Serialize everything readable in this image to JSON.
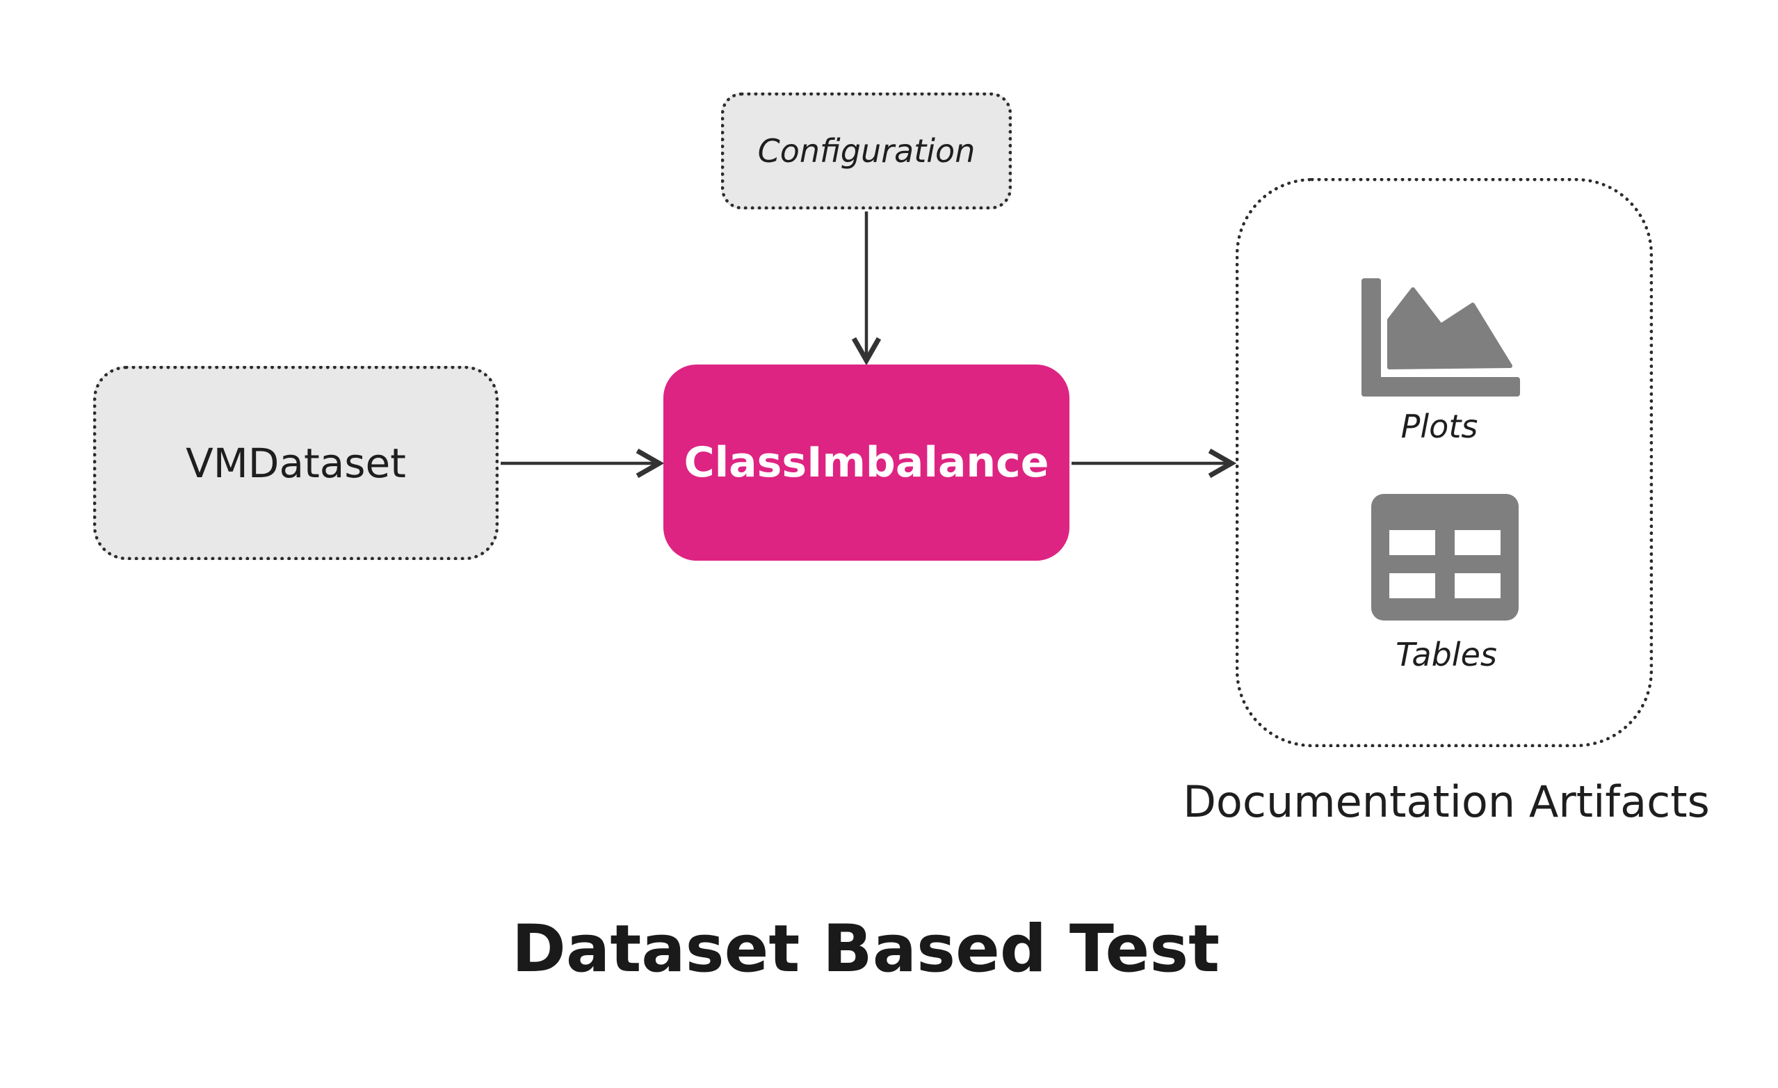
{
  "diagram": {
    "title": "Dataset Based Test",
    "nodes": {
      "input": {
        "label": "VMDataset"
      },
      "config": {
        "label": "Configuration"
      },
      "test": {
        "label": "ClassImbalance",
        "color": "#de2482"
      },
      "outputs": {
        "caption": "Documentation Artifacts",
        "items": [
          {
            "label": "Plots",
            "icon": "area-chart-icon"
          },
          {
            "label": "Tables",
            "icon": "table-icon"
          }
        ]
      }
    },
    "edges": [
      {
        "from": "VMDataset",
        "to": "ClassImbalance"
      },
      {
        "from": "Configuration",
        "to": "ClassImbalance"
      },
      {
        "from": "ClassImbalance",
        "to": "Documentation Artifacts"
      }
    ],
    "colors": {
      "node_fill": "#e8e8e8",
      "border": "#2b2b2b",
      "icon": "#7f7f7f",
      "accent": "#de2482"
    }
  }
}
